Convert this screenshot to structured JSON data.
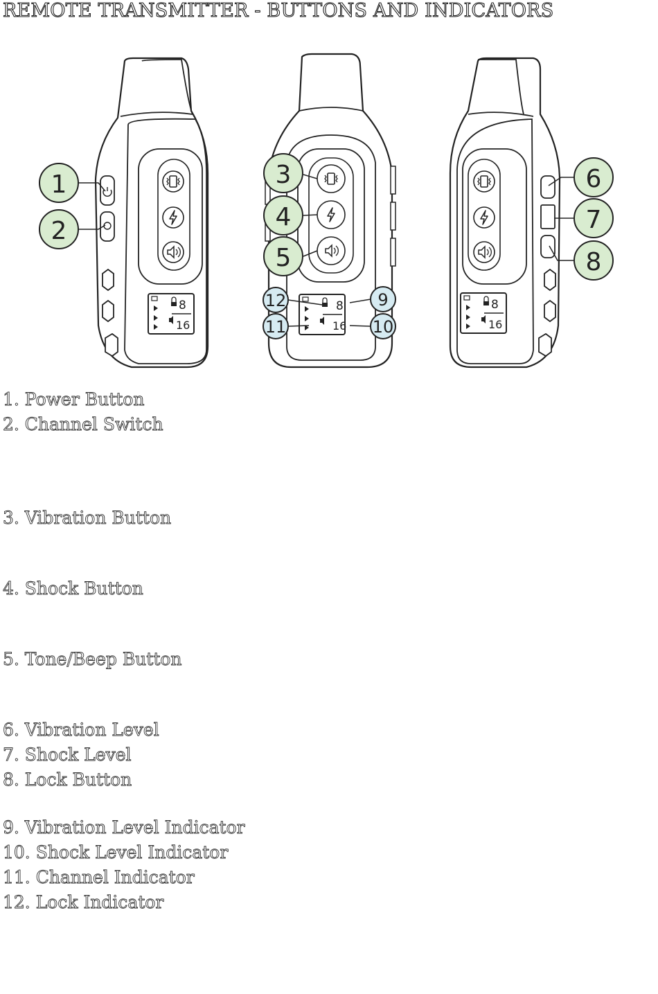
{
  "title": "REMOTE TRANSMITTER - BUTTONS AND INDICATORS",
  "callouts": {
    "c1": "1",
    "c2": "2",
    "c3": "3",
    "c4": "4",
    "c5": "5",
    "c6": "6",
    "c7": "7",
    "c8": "8",
    "c9": "9",
    "c10": "10",
    "c11": "11",
    "c12": "12"
  },
  "lcd": {
    "digit_top": "8",
    "digit_bottom": "16"
  },
  "colors": {
    "green_callout": "#d9ecd0",
    "blue_callout": "#d6ebf2",
    "outline": "#222222"
  },
  "legend": {
    "l1": "1. Power Button",
    "l2": "2. Channel Switch",
    "l3": "3. Vibration Button",
    "l4": "4. Shock Button",
    "l5": "5. Tone/Beep Button",
    "l6": "6. Vibration Level",
    "l7": "7. Shock Level",
    "l8": "8. Lock Button",
    "l9": "9. Vibration Level Indicator",
    "l10": "10. Shock Level Indicator",
    "l11": "11. Channel Indicator",
    "l12": "12. Lock Indicator"
  }
}
